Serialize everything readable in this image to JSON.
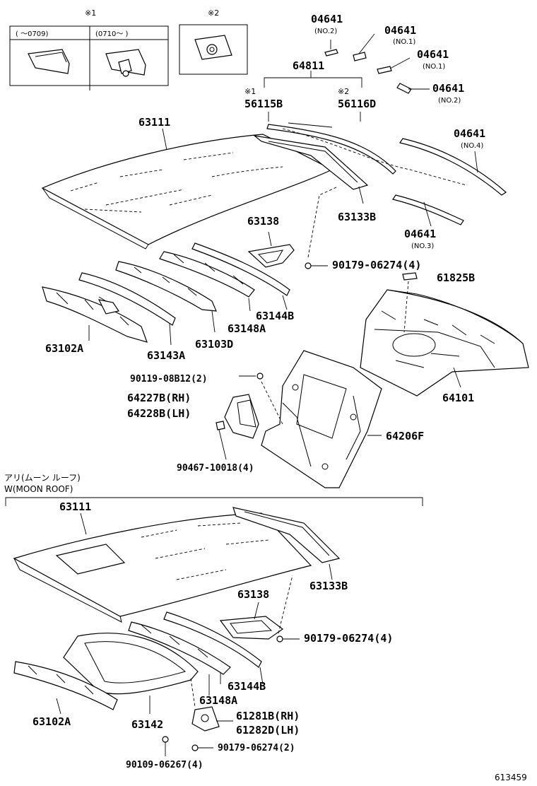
{
  "diagram": {
    "notes": {
      "note1": "※1",
      "note2": "※2",
      "note1_col_a": "(   ～0709)",
      "note1_col_b": "(0710～   )"
    },
    "labels": {
      "p04641_a": "04641",
      "p04641_a_sub": "(NO.2)",
      "p04641_b": "04641",
      "p04641_b_sub": "(NO.1)",
      "p04641_c": "04641",
      "p04641_c_sub": "(NO.1)",
      "p04641_d": "04641",
      "p04641_d_sub": "(NO.2)",
      "p64811": "64811",
      "p56115b_mark": "※1",
      "p56115b": "56115B",
      "p56116d_mark": "※2",
      "p56116d": "56116D",
      "p63111_top": "63111",
      "p04641_e": "04641",
      "p04641_e_sub": "(NO.4)",
      "p63133b_top": "63133B",
      "p63138_top": "63138",
      "p04641_f": "04641",
      "p04641_f_sub": "(NO.3)",
      "p90179_top": "90179-06274(4)",
      "p61825b": "61825B",
      "p63144b_top": "63144B",
      "p63148a_top": "63148A",
      "p63102a_top": "63102A",
      "p63143a": "63143A",
      "p63103d": "63103D",
      "p90119": "90119-08B12(2)",
      "p64101": "64101",
      "p64227b": "64227B(RH)",
      "p64228b": "64228B(LH)",
      "p64206f": "64206F",
      "p90467": "90467-10018(4)",
      "moonroof_jp": "アリ(ムーン ルーフ)",
      "moonroof_en": "W(MOON ROOF)",
      "p63111_bot": "63111",
      "p63133b_bot": "63133B",
      "p63138_bot": "63138",
      "p90179_bot": "90179-06274(4)",
      "p63144b_bot": "63144B",
      "p63148a_bot": "63148A",
      "p63102a_bot": "63102A",
      "p63142": "63142",
      "p61281b": "61281B(RH)",
      "p61282d": "61282D(LH)",
      "p90179_bot2": "90179-06274(2)",
      "p90109": "90109-06267(4)",
      "diagram_id": "613459"
    }
  }
}
